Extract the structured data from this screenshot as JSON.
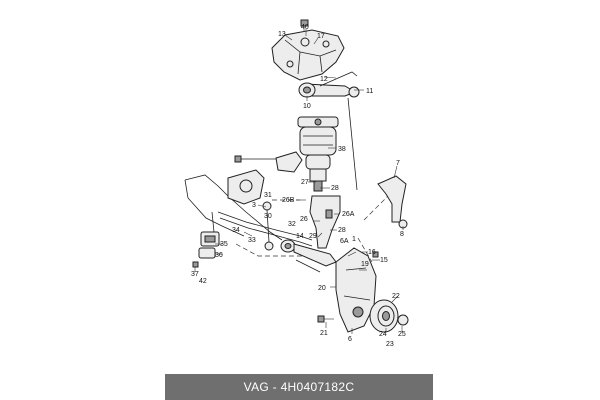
{
  "caption": "VAG - 4H0407182C",
  "callouts": {
    "c40": "40",
    "c13a": "13",
    "c17": "17",
    "c12": "12",
    "c11": "11",
    "c10": "10",
    "c38": "38",
    "c27": "27",
    "c28": "28",
    "c7": "7",
    "c26b": "26B",
    "c31": "31",
    "c3": "3",
    "c30": "30",
    "c26": "26",
    "c26a": "26A",
    "c32": "32",
    "c29": "29",
    "c14": "14",
    "c33": "33",
    "c34": "34",
    "c6a": "6A",
    "c1": "1",
    "c16": "16",
    "c35": "35",
    "c15": "15",
    "c36": "36",
    "c19": "19",
    "c37": "37",
    "c42": "42",
    "c20": "20",
    "c22": "22",
    "c24": "24",
    "c25": "25",
    "c21": "21",
    "c6": "6",
    "c23": "23",
    "c8": "8"
  }
}
